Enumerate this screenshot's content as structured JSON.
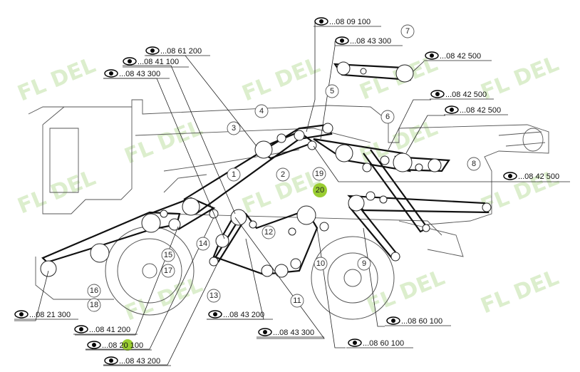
{
  "watermark": "FL DEL",
  "callouts": [
    {
      "id": "c1",
      "label": "1"
    },
    {
      "id": "c2",
      "label": "2"
    },
    {
      "id": "c3",
      "label": "3"
    },
    {
      "id": "c4",
      "label": "4"
    },
    {
      "id": "c5",
      "label": "5"
    },
    {
      "id": "c6",
      "label": "6"
    },
    {
      "id": "c7",
      "label": "7"
    },
    {
      "id": "c8",
      "label": "8"
    },
    {
      "id": "c9",
      "label": "9"
    },
    {
      "id": "c10",
      "label": "10"
    },
    {
      "id": "c11",
      "label": "11"
    },
    {
      "id": "c12",
      "label": "12"
    },
    {
      "id": "c13",
      "label": "13"
    },
    {
      "id": "c14",
      "label": "14"
    },
    {
      "id": "c15",
      "label": "15"
    },
    {
      "id": "c16",
      "label": "16"
    },
    {
      "id": "c17",
      "label": "17"
    },
    {
      "id": "c18",
      "label": "18"
    },
    {
      "id": "c19",
      "label": "19"
    },
    {
      "id": "c20",
      "label": "20"
    }
  ],
  "references": [
    {
      "id": "r1",
      "text": "...08 09 100"
    },
    {
      "id": "r2",
      "text": "...08 43 300"
    },
    {
      "id": "r3",
      "text": "...08 42 500"
    },
    {
      "id": "r4",
      "text": "...08 61 200"
    },
    {
      "id": "r5",
      "text": "...08 41 100"
    },
    {
      "id": "r6",
      "text": "...08 43 300"
    },
    {
      "id": "r7",
      "text": "...08 42 500"
    },
    {
      "id": "r8",
      "text": "...08 42 500"
    },
    {
      "id": "r9",
      "text": "...08 42 500"
    },
    {
      "id": "r10",
      "text": "...08 21 300"
    },
    {
      "id": "r11",
      "text": "...08 41 200"
    },
    {
      "id": "r12",
      "prefix": "...08 ",
      "highlight": "20",
      "suffix": " 100"
    },
    {
      "id": "r13",
      "text": "...08 43 200"
    },
    {
      "id": "r14",
      "text": "...08 43 200"
    },
    {
      "id": "r15",
      "text": "...08 43 300"
    },
    {
      "id": "r16",
      "text": "...08 60 100"
    },
    {
      "id": "r17",
      "text": "...08 60 100"
    }
  ]
}
